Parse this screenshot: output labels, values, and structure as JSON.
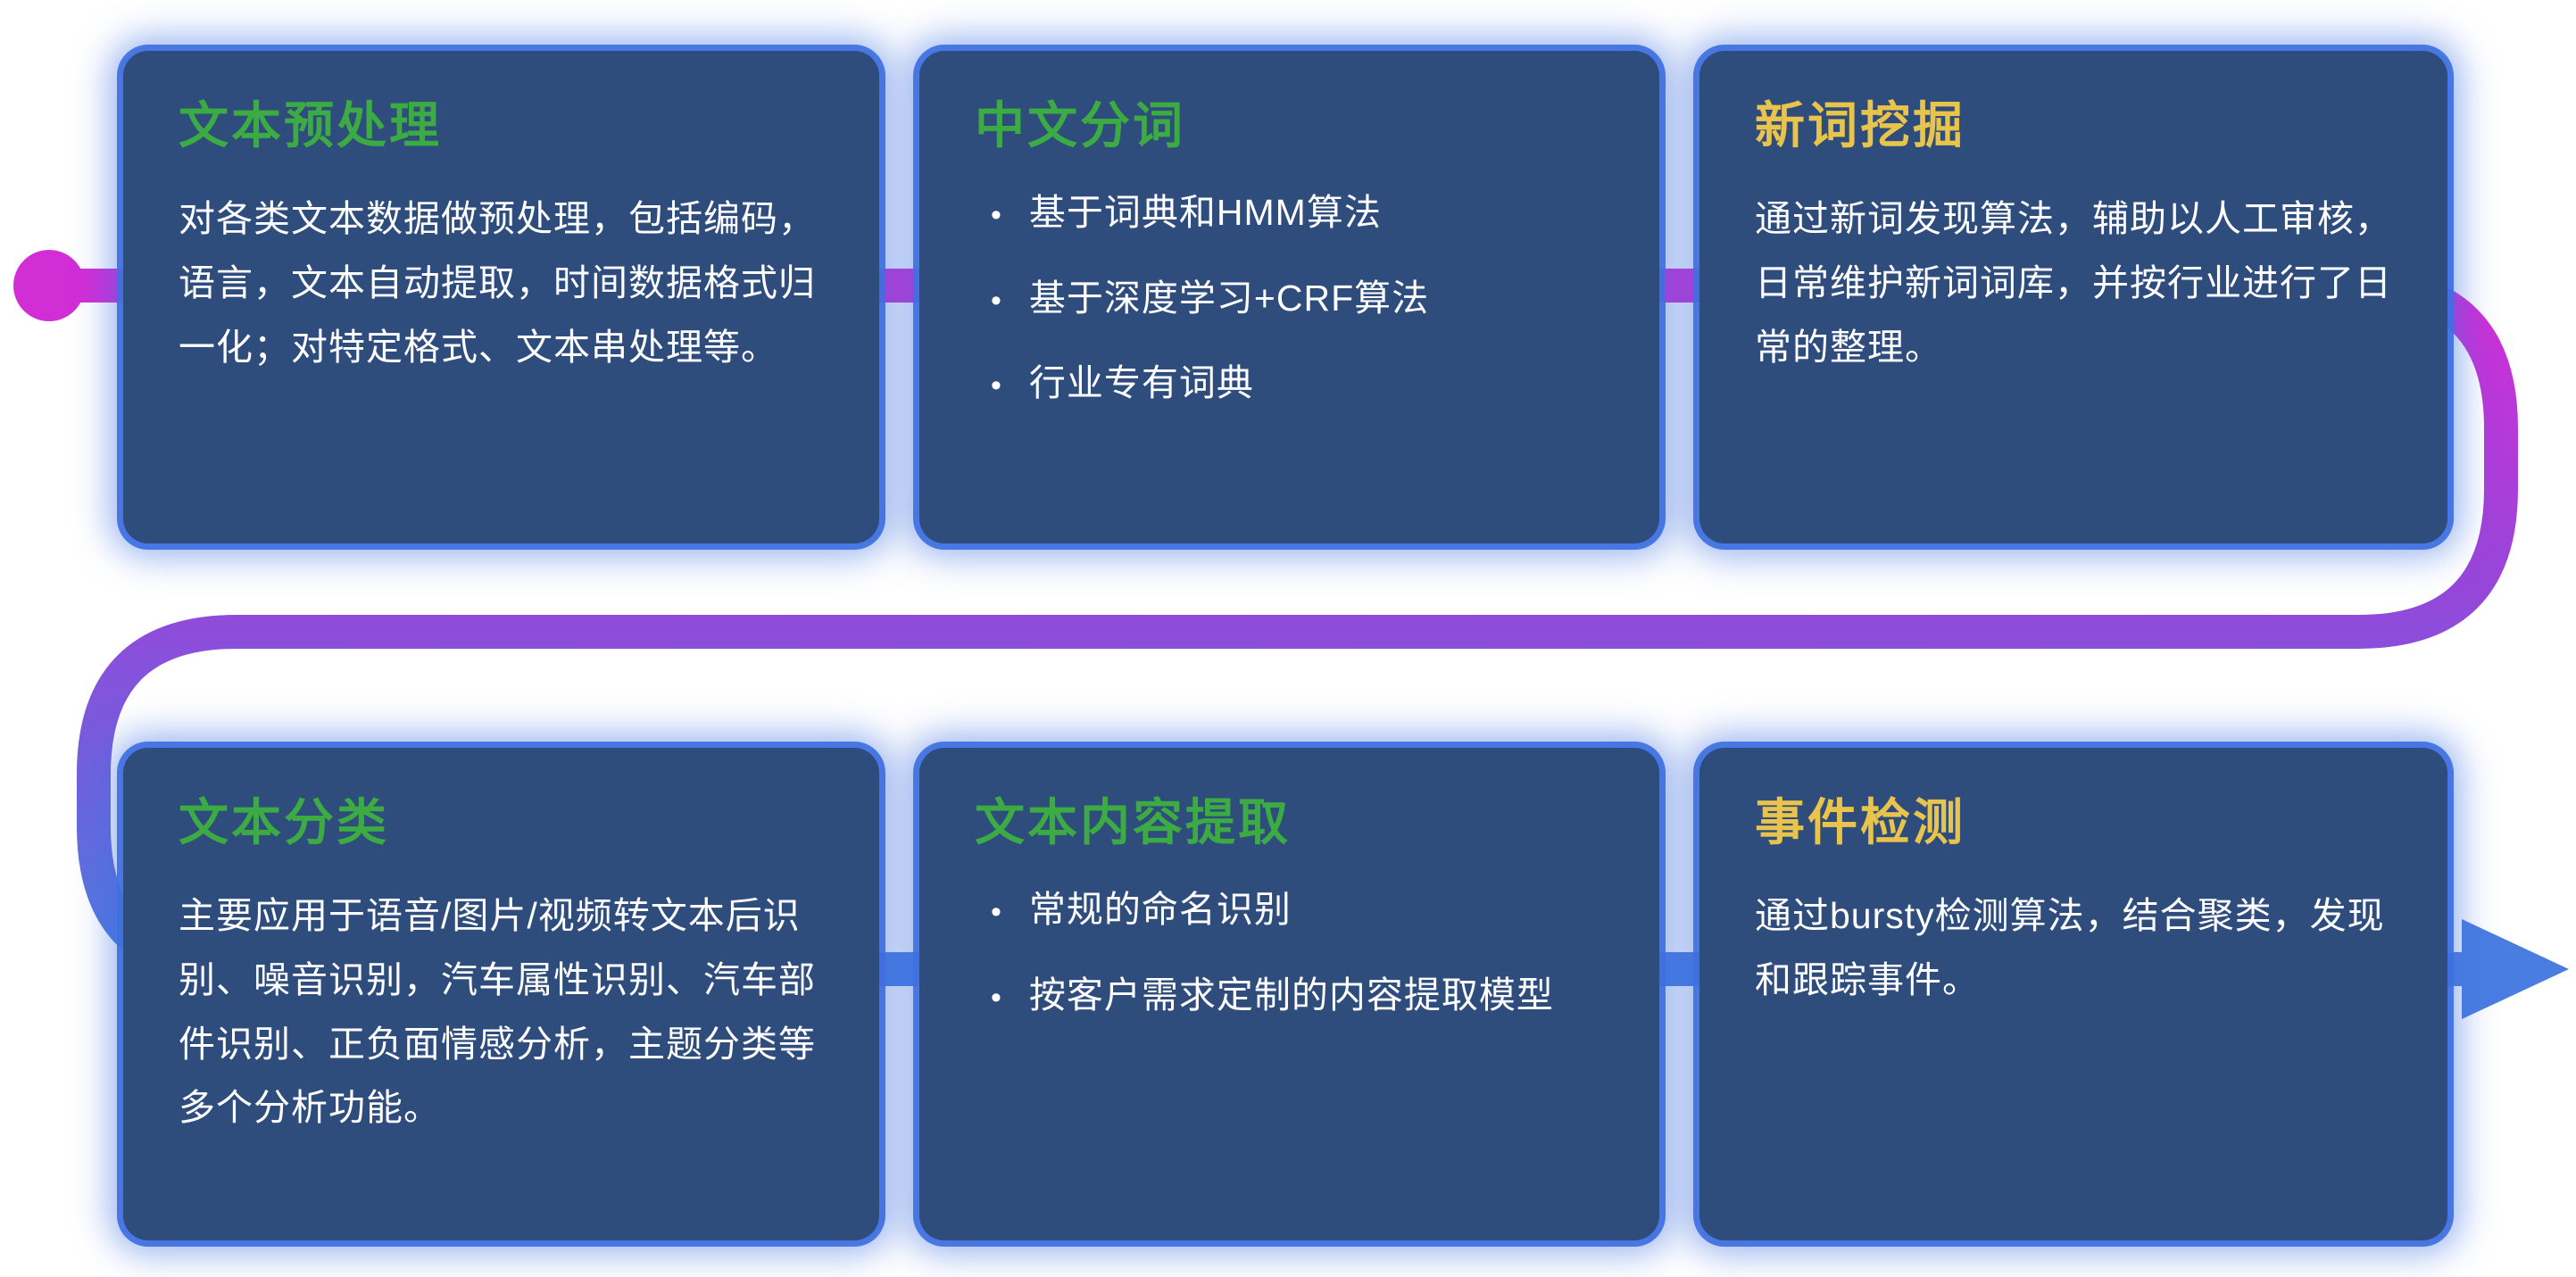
{
  "diagram_title": "NLP text processing pipeline",
  "bullet_glyph": "•",
  "colors": {
    "card_background": "#2e4c7c",
    "card_glow": "#3e70e2",
    "title_green": "#3cab44",
    "title_yellow": "#e8c44c",
    "body_text": "#ffffff",
    "pipeline_start": "#d22ed6",
    "pipeline_mid": "#9547da",
    "pipeline_end": "#4a7de0"
  },
  "pipeline": {
    "start_marker": "dot",
    "end_marker": "arrow-right"
  },
  "cards": [
    {
      "id": "text-preprocessing",
      "title": "文本预处理",
      "accent": "green",
      "body": "对各类文本数据做预处理，包括编码，语言，文本自动提取，时间数据格式归一化；对特定格式、文本串处理等。"
    },
    {
      "id": "chinese-word-segmentation",
      "title": "中文分词",
      "accent": "green",
      "bullets": [
        "基于词典和HMM算法",
        "基于深度学习+CRF算法",
        "行业专有词典"
      ]
    },
    {
      "id": "new-word-mining",
      "title": "新词挖掘",
      "accent": "yellow",
      "body": "通过新词发现算法，辅助以人工审核，日常维护新词词库，并按行业进行了日常的整理。"
    },
    {
      "id": "text-classification",
      "title": "文本分类",
      "accent": "green",
      "body": "主要应用于语音/图片/视频转文本后识别、噪音识别，汽车属性识别、汽车部件识别、正负面情感分析，主题分类等多个分析功能。"
    },
    {
      "id": "text-content-extraction",
      "title": "文本内容提取",
      "accent": "green",
      "bullets": [
        "常规的命名识别",
        "按客户需求定制的内容提取模型"
      ]
    },
    {
      "id": "event-detection",
      "title": "事件检测",
      "accent": "yellow",
      "body": "通过bursty检测算法，结合聚类，发现和跟踪事件。"
    }
  ]
}
